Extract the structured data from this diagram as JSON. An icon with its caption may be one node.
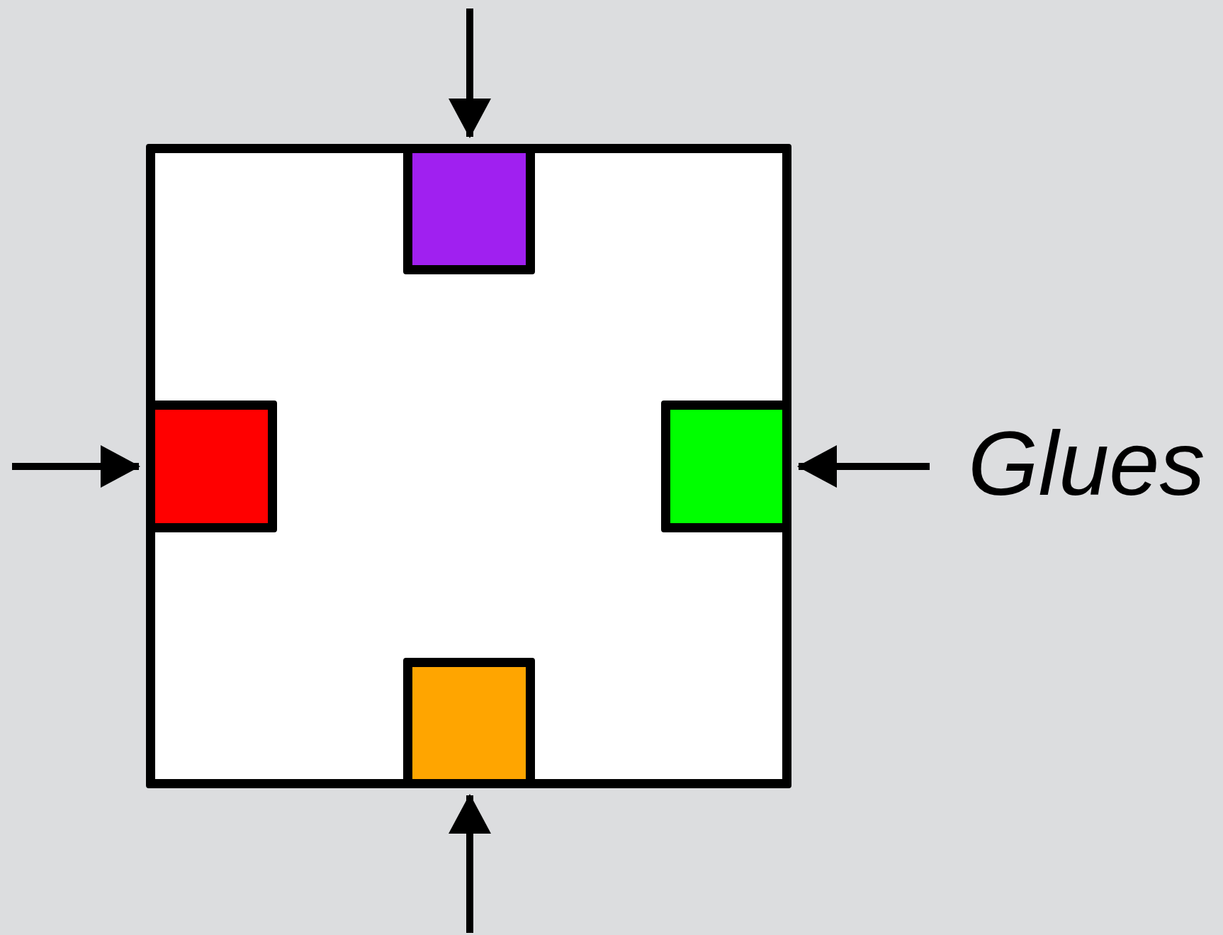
{
  "diagram": {
    "nodes": [
      {
        "text": [],
        "shape": "box"
      },
      {
        "text": [],
        "shape": "box",
        "in": 0
      },
      {
        "text": [],
        "shape": "box",
        "in": 0
      },
      {
        "text": [],
        "shape": "box",
        "in": 0
      },
      {
        "text": [],
        "shape": "box",
        "in": 0
      }
    ],
    "edges": [
      {
        "from": null,
        "to": 1,
        "arrow": "to"
      },
      {
        "from": null,
        "to": 2,
        "arrow": "to"
      },
      {
        "from": null,
        "to": 3,
        "arrow": "to"
      },
      {
        "from": null,
        "to": 4,
        "arrow": "to"
      }
    ],
    "labels": [
      "Glues"
    ]
  }
}
